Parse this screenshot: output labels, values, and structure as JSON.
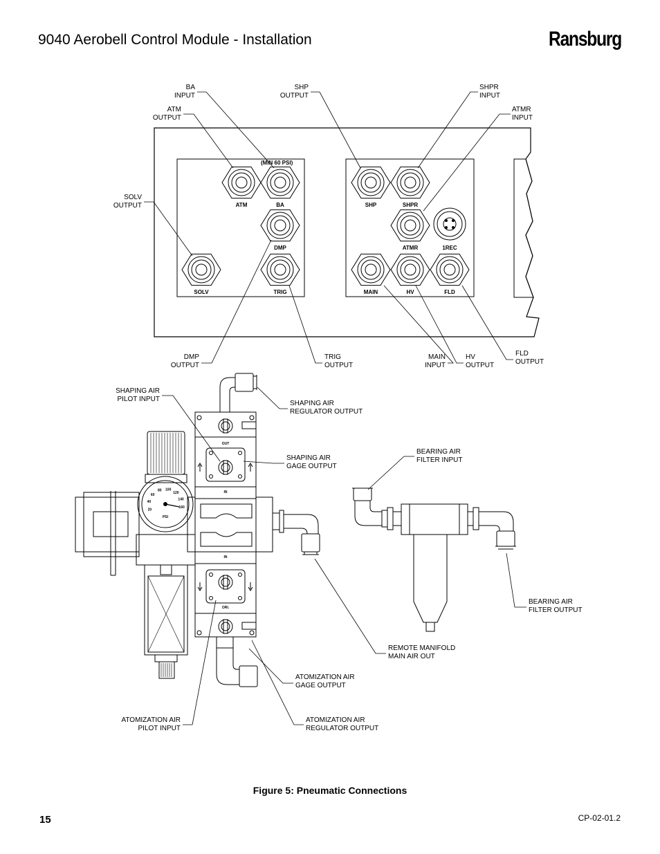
{
  "header": {
    "title": "9040 Aerobell Control Module - Installation",
    "brand": "Ransburg"
  },
  "panel_labels": {
    "min_psi": "(MIN 60 PSI)",
    "atm": "ATM",
    "ba": "BA",
    "dmp": "DMP",
    "solv": "SOLV",
    "trig": "TRIG",
    "shp": "SHP",
    "shpr": "SHPR",
    "atmr": "ATMR",
    "rec": "1REC",
    "main": "MAIN",
    "hv": "HV",
    "fld": "FLD"
  },
  "callouts_top": {
    "ba_input": [
      "BA",
      "INPUT"
    ],
    "atm_output": [
      "ATM",
      "OUTPUT"
    ],
    "shp_output": [
      "SHP",
      "OUTPUT"
    ],
    "shpr_input": [
      "SHPR",
      "INPUT"
    ],
    "atmr_input": [
      "ATMR",
      "INPUT"
    ],
    "solv_output": [
      "SOLV",
      "OUTPUT"
    ],
    "dmp_output": [
      "DMP",
      "OUTPUT"
    ],
    "trig_output": [
      "TRIG",
      "OUTPUT"
    ],
    "main_input": [
      "MAIN",
      "INPUT"
    ],
    "hv_output": [
      "HV",
      "OUTPUT"
    ],
    "fld_output": [
      "FLD",
      "OUTPUT"
    ]
  },
  "callouts_bottom": {
    "shaping_pilot": [
      "SHAPING AIR",
      "PILOT INPUT"
    ],
    "shaping_reg": [
      "SHAPING AIR",
      "REGULATOR OUTPUT"
    ],
    "shaping_gage": [
      "SHAPING AIR",
      "GAGE OUTPUT"
    ],
    "bearing_in": [
      "BEARING AIR",
      "FILTER INPUT"
    ],
    "bearing_out": [
      "BEARING AIR",
      "FILTER OUTPUT"
    ],
    "remote": [
      "REMOTE MANIFOLD",
      "MAIN AIR OUT"
    ],
    "atom_gage": [
      "ATOMIZATION AIR",
      "GAGE OUTPUT"
    ],
    "atom_pilot": [
      "ATOMIZATION AIR",
      "PILOT INPUT"
    ],
    "atom_reg": [
      "ATOMIZATION AIR",
      "REGULATOR OUTPUT"
    ]
  },
  "manifold_labels": {
    "out": "OUT",
    "in": "IN",
    "in2": "IN",
    "ori": "ORI."
  },
  "gauge": {
    "ticks": [
      "20",
      "40",
      "60",
      "80",
      "100",
      "120",
      "140",
      "160"
    ],
    "unit": "PSI"
  },
  "figure_caption": "Figure 5:  Pneumatic Connections",
  "footer": {
    "page": "15",
    "doc": "CP-02-01.2"
  }
}
